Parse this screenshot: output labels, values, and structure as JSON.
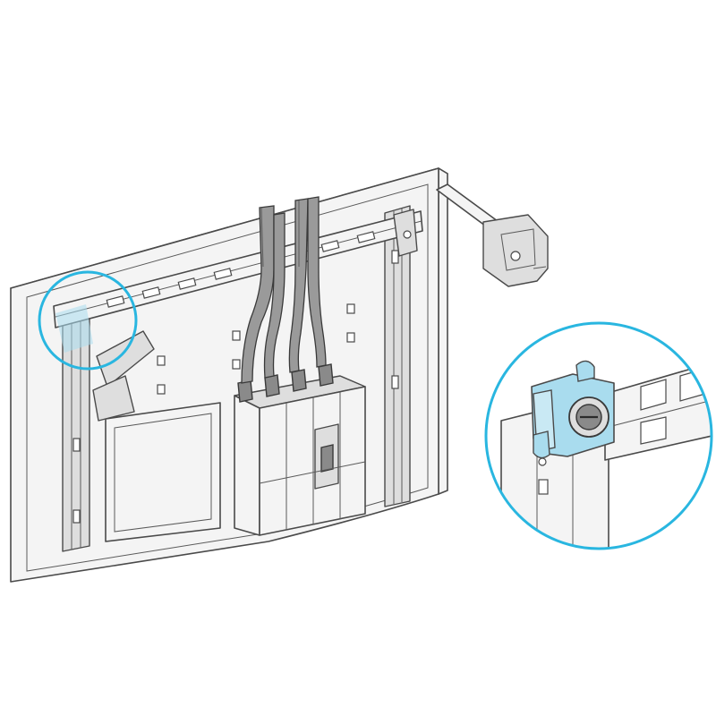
{
  "colors": {
    "line": "#4a4a4a",
    "panel_face": "#f4f4f4",
    "shade": "#dedede",
    "cable": "#9a9a9a",
    "highlight_circle": "#29b6e0",
    "highlight_fill": "#a9dcee"
  },
  "icons": {
    "panel": "mounting-plate",
    "breaker": "circuit-breaker",
    "cables": "power-cables",
    "rail": "support-rail",
    "bracket": "fixing-bracket",
    "zoom_source": "highlight-circle",
    "zoom_detail": "magnified-detail-circle"
  }
}
